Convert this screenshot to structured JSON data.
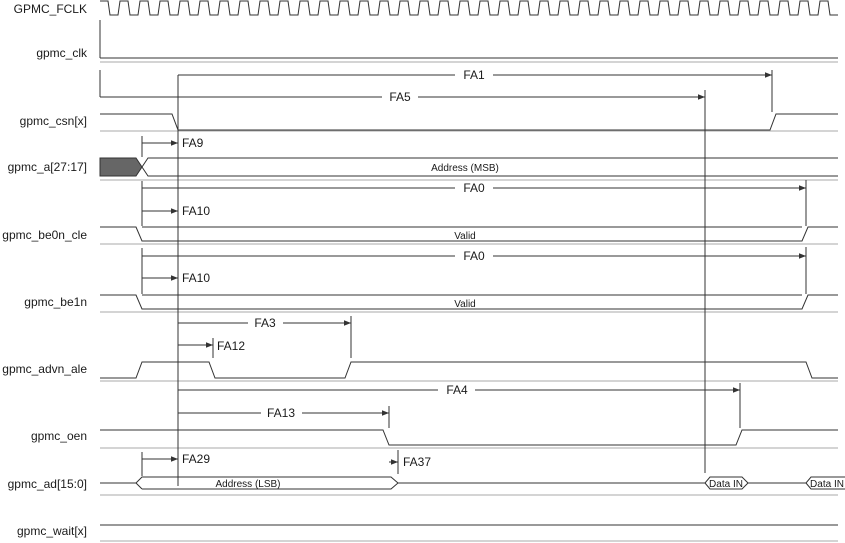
{
  "signals": {
    "fclk": "GPMC_FCLK",
    "clk": "gpmc_clk",
    "csn": "gpmc_csn[x]",
    "a": "gpmc_a[27:17]",
    "be0n": "gpmc_be0n_cle",
    "be1n": "gpmc_be1n",
    "advn": "gpmc_advn_ale",
    "oen": "gpmc_oen",
    "ad": "gpmc_ad[15:0]",
    "wait": "gpmc_wait[x]"
  },
  "buses": {
    "address_msb": "Address (MSB)",
    "valid_be0": "Valid",
    "valid_be1": "Valid",
    "address_lsb": "Address (LSB)",
    "data_in_1": "Data IN",
    "data_in_2": "Data IN"
  },
  "timings": {
    "fa1": "FA1",
    "fa5": "FA5",
    "fa9": "FA9",
    "fa0_be0": "FA0",
    "fa10_be0": "FA10",
    "fa0_be1": "FA0",
    "fa10_be1": "FA10",
    "fa3": "FA3",
    "fa12": "FA12",
    "fa4": "FA4",
    "fa13": "FA13",
    "fa29": "FA29",
    "fa37": "FA37"
  },
  "colors": {
    "line": "#333333",
    "reference": "#aaaaaa",
    "unknown_fill": "#666666"
  }
}
